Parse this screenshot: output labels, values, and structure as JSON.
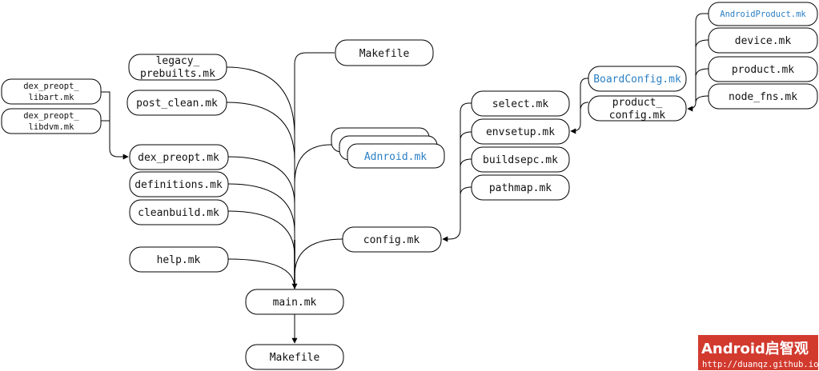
{
  "colors": {
    "link_text": "#2a7fc4",
    "watermark_bg": "#d23a2e"
  },
  "nodes": {
    "makefile_top": [
      "Makefile"
    ],
    "legacy_prebuilts": [
      "legacy_",
      "prebuilts.mk"
    ],
    "post_clean": [
      "post_clean.mk"
    ],
    "dex_preopt_libart": [
      "dex_preopt_",
      "libart.mk"
    ],
    "dex_preopt_libdvm": [
      "dex_preopt_",
      "libdvm.mk"
    ],
    "dex_preopt": [
      "dex_preopt.mk"
    ],
    "definitions": [
      "definitions.mk"
    ],
    "cleanbuild": [
      "cleanbuild.mk"
    ],
    "help": [
      "help.mk"
    ],
    "android_mk": [
      "Adnroid.mk"
    ],
    "config": [
      "config.mk"
    ],
    "main": [
      "main.mk"
    ],
    "makefile_bottom": [
      "Makefile"
    ],
    "select": [
      "select.mk"
    ],
    "envsetup": [
      "envsetup.mk"
    ],
    "buildspec": [
      "buildsepc.mk"
    ],
    "pathmap": [
      "pathmap.mk"
    ],
    "boardconfig": [
      "BoardConfig.mk"
    ],
    "product_config": [
      "product_",
      "config.mk"
    ],
    "androidproduct": [
      "AndroidProduct.mk"
    ],
    "device": [
      "device.mk"
    ],
    "product": [
      "product.mk"
    ],
    "node_fns": [
      "node_fns.mk"
    ]
  },
  "watermark": {
    "line1": "Android启智观",
    "line2": "http://duanqz.github.io"
  }
}
